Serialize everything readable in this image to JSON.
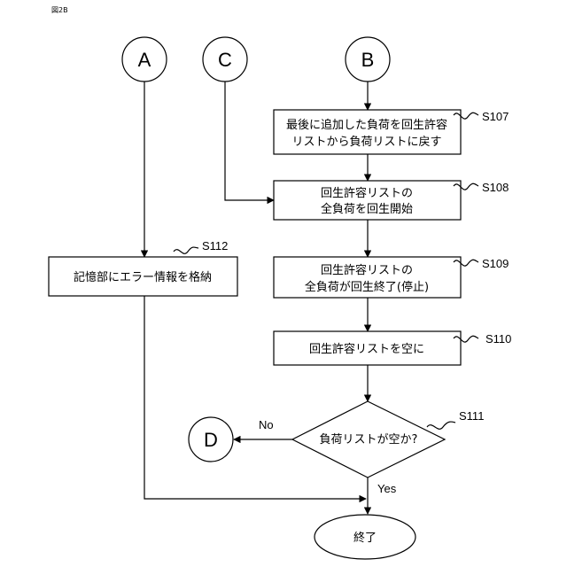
{
  "figure_label": "図2B",
  "connectors": {
    "a": "A",
    "b": "B",
    "c": "C",
    "d": "D"
  },
  "steps": {
    "s107": {
      "id": "S107",
      "line1": "最後に追加した負荷を回生許容",
      "line2": "リストから負荷リストに戻す"
    },
    "s108": {
      "id": "S108",
      "line1": "回生許容リストの",
      "line2": "全負荷を回生開始"
    },
    "s109": {
      "id": "S109",
      "line1": "回生許容リストの",
      "line2": "全負荷が回生終了(停止)"
    },
    "s110": {
      "id": "S110",
      "text": "回生許容リストを空に"
    },
    "s111": {
      "id": "S111",
      "text": "負荷リストが空か?"
    },
    "s112": {
      "id": "S112",
      "text": "記憶部にエラー情報を格納"
    }
  },
  "branches": {
    "no": "No",
    "yes": "Yes"
  },
  "terminal": "終了"
}
